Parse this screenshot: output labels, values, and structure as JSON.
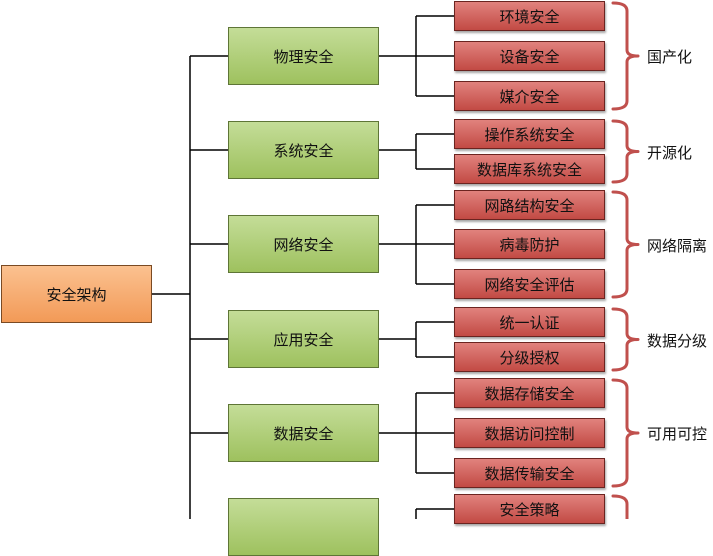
{
  "root": "安全架构",
  "groups": [
    {
      "label": "物理安全",
      "tag": "国产化",
      "leaves": [
        "环境安全",
        "设备安全",
        "媒介安全"
      ]
    },
    {
      "label": "系统安全",
      "tag": "开源化",
      "leaves": [
        "操作系统安全",
        "数据库系统安全"
      ]
    },
    {
      "label": "网络安全",
      "tag": "网络隔离",
      "leaves": [
        "网路结构安全",
        "病毒防护",
        "网络安全评估"
      ]
    },
    {
      "label": "应用安全",
      "tag": "数据分级",
      "leaves": [
        "统一认证",
        "分级授权"
      ]
    },
    {
      "label": "数据安全",
      "tag": "可用可控",
      "leaves": [
        "数据存储安全",
        "数据访问控制",
        "数据传输安全"
      ]
    },
    {
      "label": "",
      "tag": "",
      "leaves": [
        "安全策略"
      ]
    }
  ],
  "colors": {
    "line": "#000000",
    "brace": "#c0504d"
  }
}
